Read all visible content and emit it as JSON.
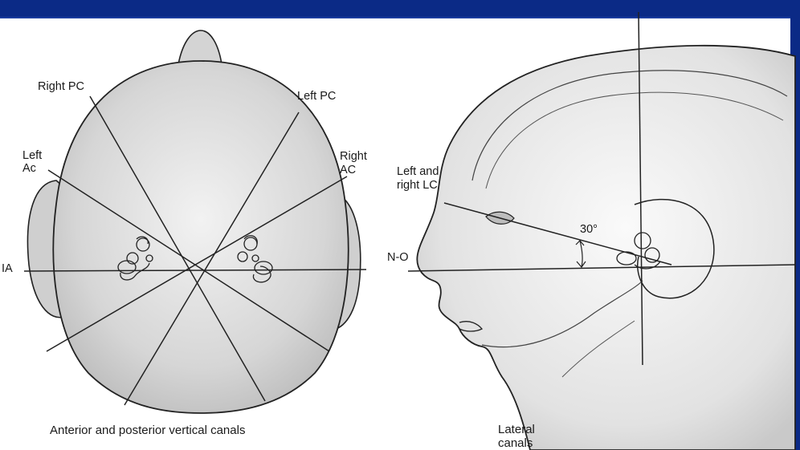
{
  "colors": {
    "frame_bar": "#0b2a86",
    "line": "#222222",
    "head_fill": "#d9d9d9",
    "background": "#ffffff"
  },
  "left_figure": {
    "labels": {
      "right_pc": "Right PC",
      "left_pc": "Left PC",
      "left_ac_1": "Left",
      "left_ac_2": "Ac",
      "right_ac_1": "Right",
      "right_ac_2": "AC",
      "ia": "IA"
    },
    "caption": "Anterior and posterior vertical canals"
  },
  "right_figure": {
    "labels": {
      "lc_1": "Left and",
      "lc_2": "right LC",
      "angle": "30°",
      "no": "N-O"
    },
    "caption_1": "Lateral",
    "caption_2": "canals"
  }
}
